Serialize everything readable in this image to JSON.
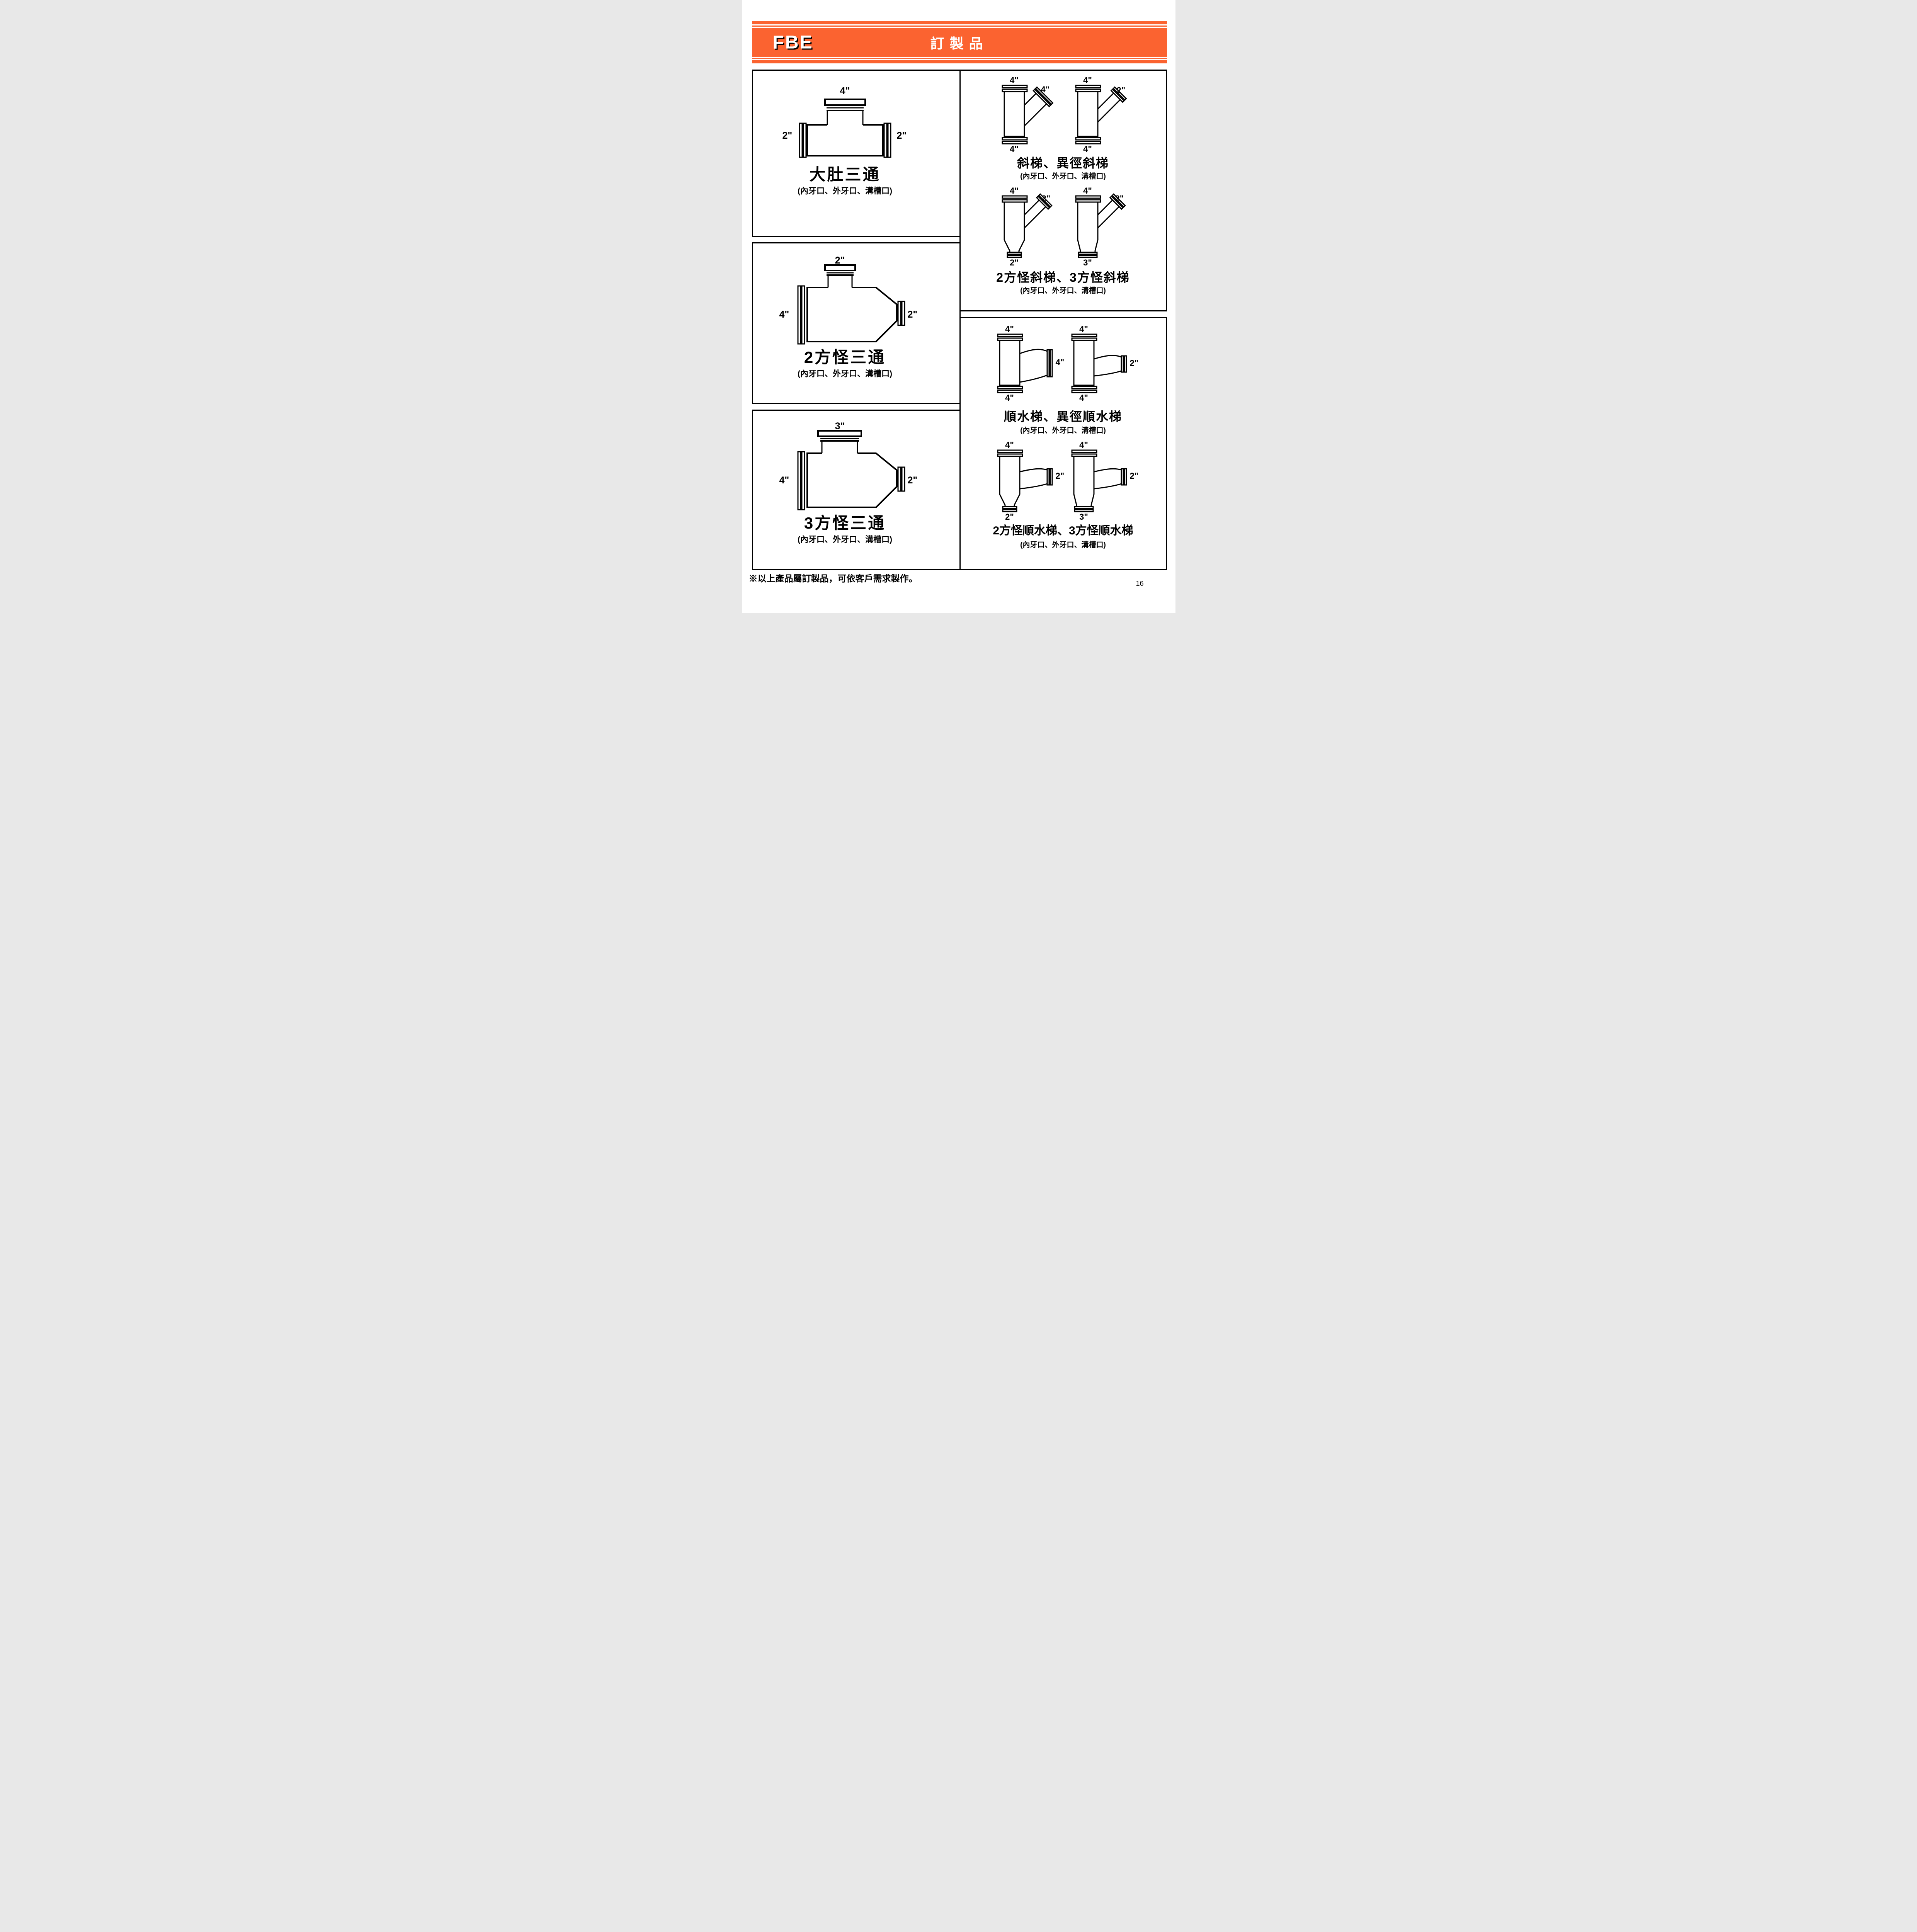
{
  "header": {
    "brand": "FBE",
    "title": "訂製品",
    "accent": "#fb6330"
  },
  "left_cells": [
    {
      "title": "大肚三通",
      "subtitle": "(內牙口、外牙口、溝槽口)",
      "labels": {
        "top": "4\"",
        "left": "2\"",
        "right": "2\""
      }
    },
    {
      "title": "2方怪三通",
      "subtitle": "(內牙口、外牙口、溝槽口)",
      "labels": {
        "top": "2\"",
        "left": "4\"",
        "right": "2\""
      }
    },
    {
      "title": "3方怪三通",
      "subtitle": "(內牙口、外牙口、溝槽口)",
      "labels": {
        "top": "3\"",
        "left": "4\"",
        "right": "2\""
      }
    }
  ],
  "right_sections": [
    {
      "title": "斜梯、異徑斜梯",
      "subtitle": "(內牙口、外牙口、溝槽口)",
      "diagrams": [
        {
          "top": "4\"",
          "branch": "4\"",
          "bottom": "4\""
        },
        {
          "top": "4\"",
          "branch": "2\"",
          "bottom": "4\""
        }
      ]
    },
    {
      "title": "2方怪斜梯、3方怪斜梯",
      "subtitle": "(內牙口、外牙口、溝槽口)",
      "diagrams": [
        {
          "top": "4\"",
          "branch": "2\"",
          "bottom": "2\""
        },
        {
          "top": "4\"",
          "branch": "2\"",
          "bottom": "3\""
        }
      ]
    },
    {
      "title": "順水梯、異徑順水梯",
      "subtitle": "(內牙口、外牙口、溝槽口)",
      "diagrams": [
        {
          "top": "4\"",
          "branch": "4\"",
          "bottom": "4\""
        },
        {
          "top": "4\"",
          "branch": "2\"",
          "bottom": "4\""
        }
      ]
    },
    {
      "title": "2方怪順水梯、3方怪順水梯",
      "subtitle": "(內牙口、外牙口、溝槽口)",
      "diagrams": [
        {
          "top": "4\"",
          "branch": "2\"",
          "bottom": "2\""
        },
        {
          "top": "4\"",
          "branch": "2\"",
          "bottom": "3\""
        }
      ]
    }
  ],
  "footer": {
    "note": "※以上產品屬訂製品，可依客戶需求製作。",
    "page_number": "16"
  }
}
